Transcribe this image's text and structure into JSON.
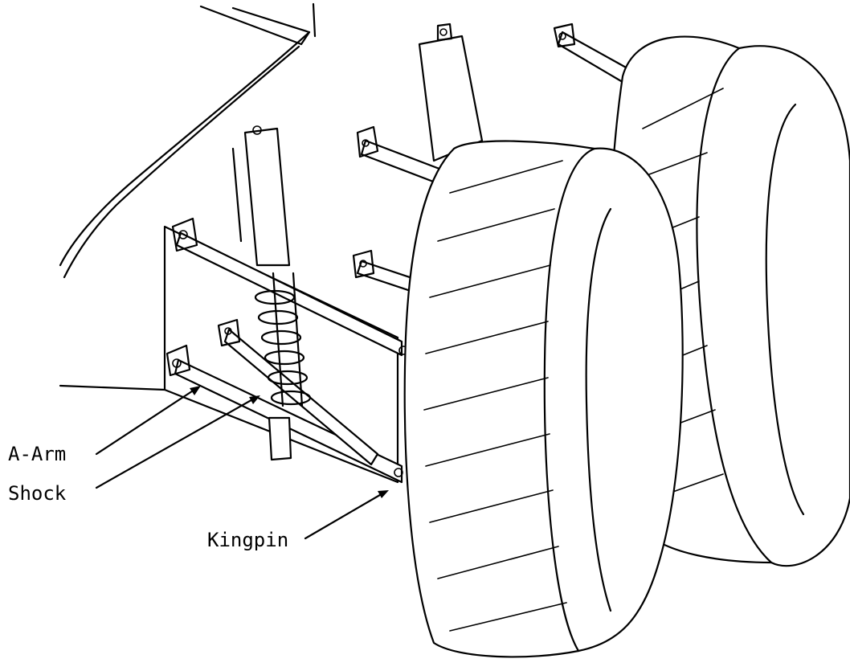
{
  "labels": {
    "a_arm": "A-Arm",
    "shock": "Shock",
    "kingpin": "Kingpin"
  }
}
